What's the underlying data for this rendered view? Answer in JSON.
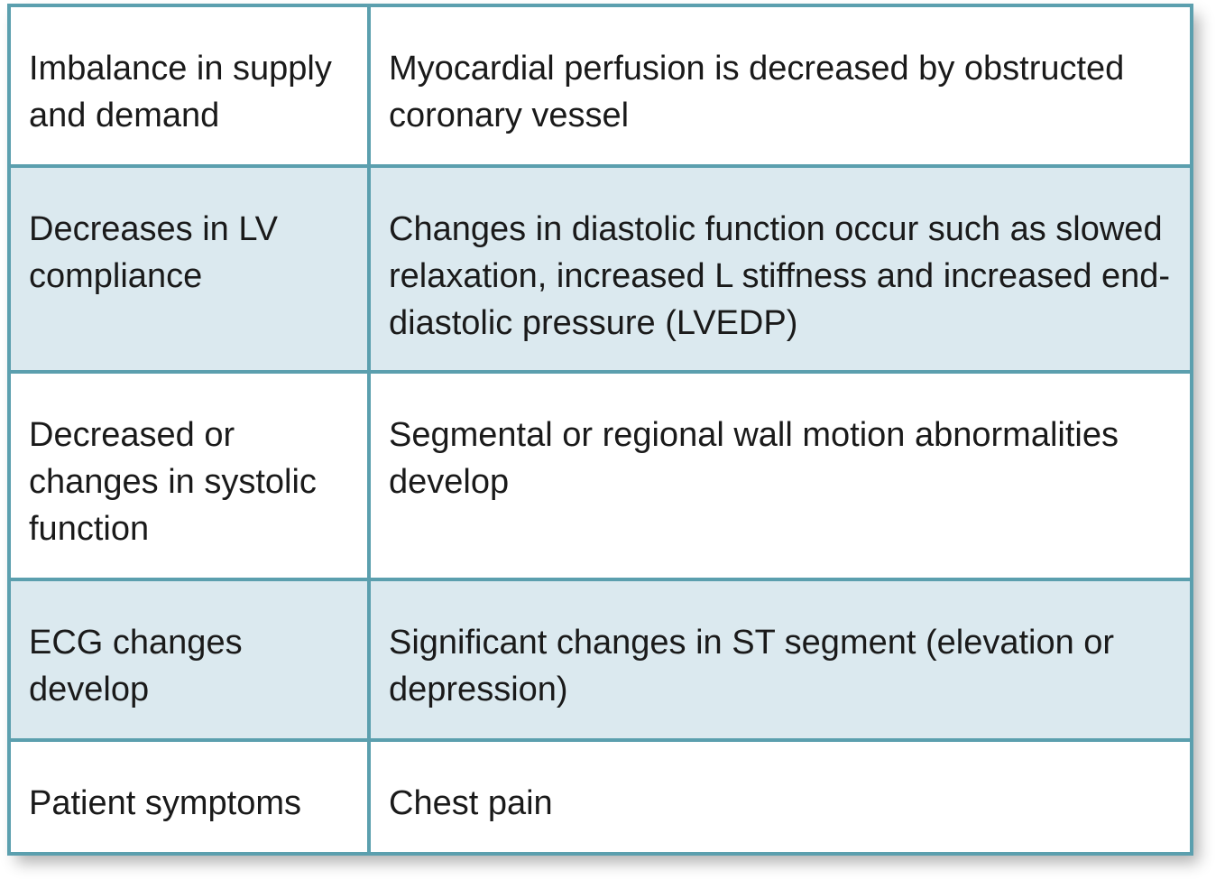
{
  "rows": [
    {
      "label": "Imbalance in supply and demand",
      "description": "Myocardial perfusion is decreased by obstructed coronary vessel"
    },
    {
      "label": "Decreases in LV compliance",
      "description": "Changes in diastolic function occur such as slowed relaxation, increased L stiffness and increased end-diastolic pressure (LVEDP)"
    },
    {
      "label": "Decreased or changes in systolic function",
      "description": "Segmental or regional wall motion abnormalities develop"
    },
    {
      "label": "ECG changes develop",
      "description": "Significant changes in ST segment (elevation or depression)"
    },
    {
      "label": "Patient symptoms",
      "description": "Chest pain"
    }
  ],
  "colors": {
    "border": "#5b9fae",
    "shaded_row": "#dbe9ef",
    "text": "#1a1a1a"
  }
}
